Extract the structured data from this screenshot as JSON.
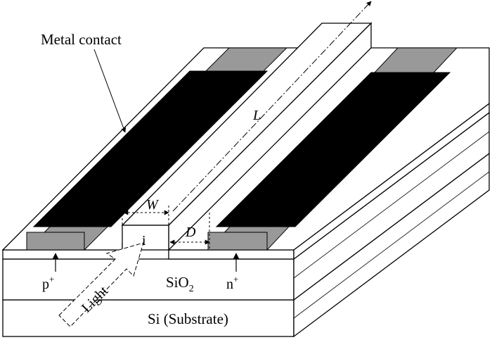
{
  "labels": {
    "metal_contact": "Metal contact",
    "length": "L",
    "width": "W",
    "distance": "D",
    "intrinsic": "i",
    "p_region": "p",
    "p_superscript": "+",
    "n_region": "n",
    "n_superscript": "+",
    "oxide": "SiO",
    "oxide_subscript": "2",
    "light": "Light",
    "substrate": "Si (Substrate)"
  },
  "colors": {
    "metal": "#000000",
    "doped": "#999999",
    "line": "#000000",
    "background": "#ffffff"
  }
}
